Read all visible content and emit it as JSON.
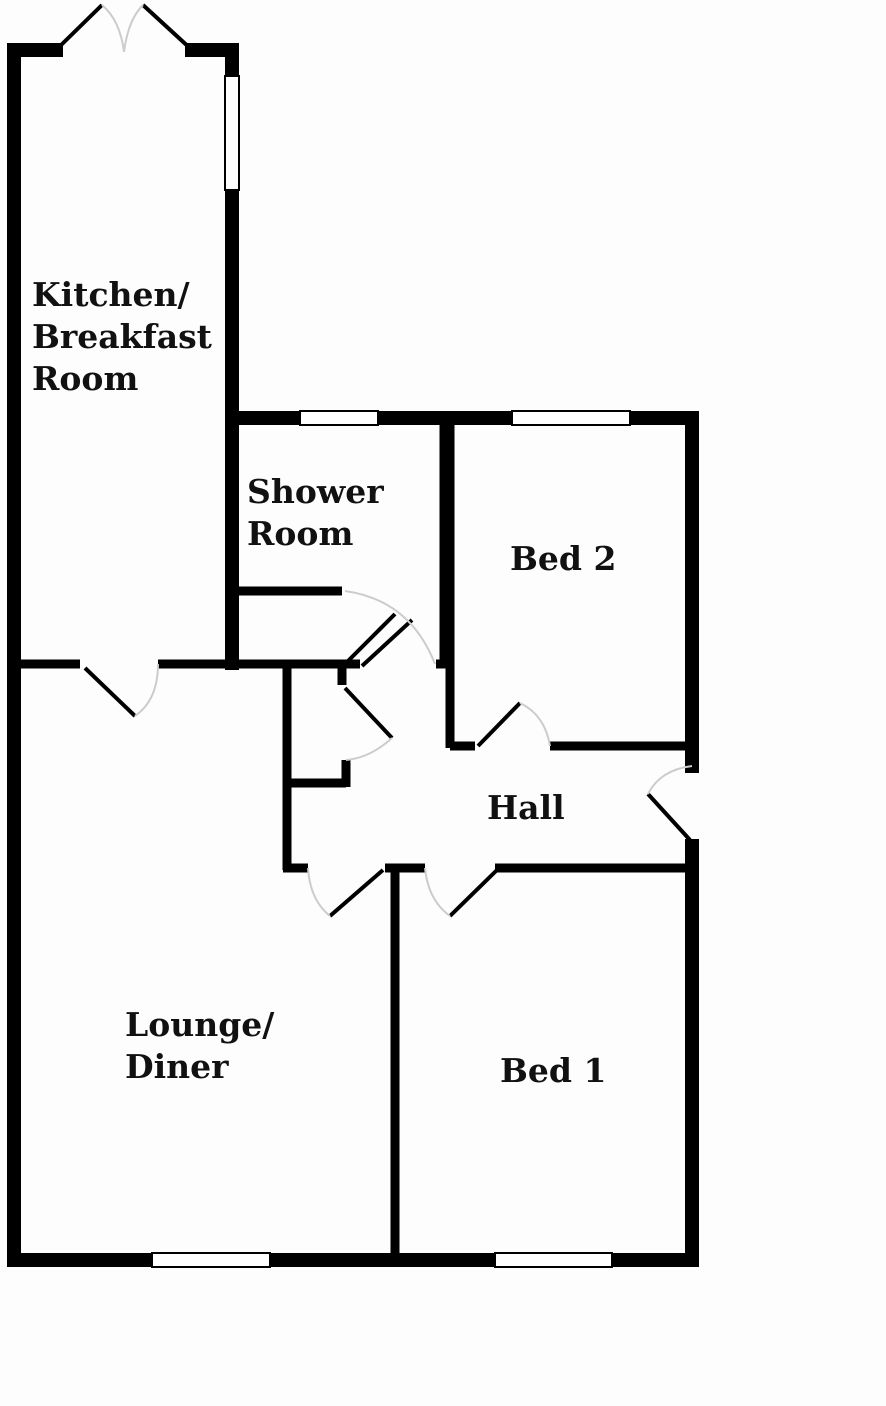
{
  "rooms": {
    "kitchen": "Kitchen/\nBreakfast\nRoom",
    "shower": "Shower\nRoom",
    "bed2": "Bed 2",
    "hall": "Hall",
    "lounge": "Lounge/\nDiner",
    "bed1": "Bed 1"
  },
  "colors": {
    "wall": "#000000",
    "arc": "#cccccc"
  }
}
